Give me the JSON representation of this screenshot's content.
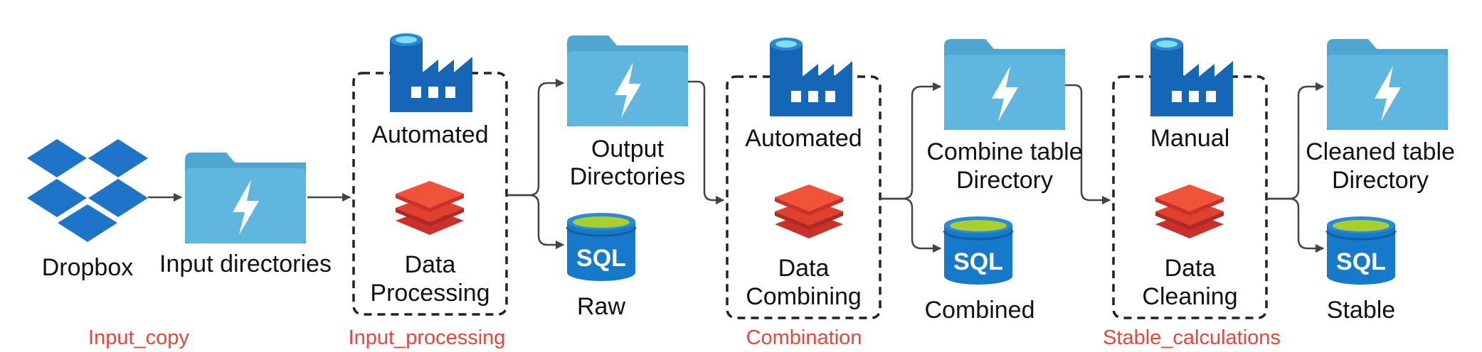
{
  "colors": {
    "folder": "#5fb6de",
    "folder_tab": "#4ea6d1",
    "dropbox": "#1e74c9",
    "factory": "#1666b8",
    "databricks_top": "#f0523a",
    "databricks_bottom": "#c9312a",
    "sql_body": "#1779c9",
    "sql_top": "#a7cf2f",
    "stage_label": "#e8453c",
    "arrow": "#444444",
    "box_border": "#222222"
  },
  "nodes": {
    "dropbox": {
      "label": "Dropbox",
      "icon": "dropbox-icon"
    },
    "input_dir": {
      "label": "Input directories",
      "icon": "folder-lightning-icon"
    },
    "proc1": {
      "line1": "Automated",
      "line2": "Data",
      "line3": "Processing",
      "icons": [
        "data-factory-icon",
        "databricks-icon"
      ]
    },
    "output_dir": {
      "line1": "Output",
      "line2": "Directories",
      "icon": "folder-lightning-icon"
    },
    "raw": {
      "label": "Raw",
      "icon": "sql-database-icon"
    },
    "proc2": {
      "line1": "Automated",
      "line2": "Data",
      "line3": "Combining",
      "icons": [
        "data-factory-icon",
        "databricks-icon"
      ]
    },
    "combine_dir": {
      "line1": "Combine table",
      "line2": "Directory",
      "icon": "folder-lightning-icon"
    },
    "combined": {
      "label": "Combined",
      "icon": "sql-database-icon"
    },
    "proc3": {
      "line1": "Manual",
      "line2": "Data",
      "line3": "Cleaning",
      "icons": [
        "data-factory-icon",
        "databricks-icon"
      ]
    },
    "cleaned_dir": {
      "line1": "Cleaned table",
      "line2": "Directory",
      "icon": "folder-lightning-icon"
    },
    "stable": {
      "label": "Stable",
      "icon": "sql-database-icon"
    },
    "sql_text": "SQL"
  },
  "stages": [
    "Input_copy",
    "Input_processing",
    "Combination",
    "Stable_calculations"
  ]
}
